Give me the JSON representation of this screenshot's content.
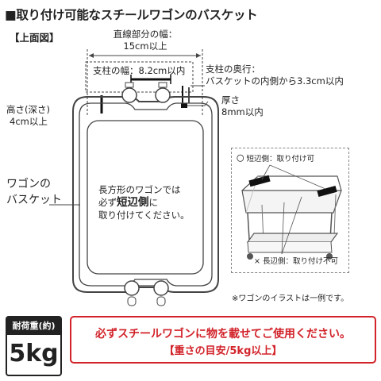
{
  "title": "■取り付け可能なスチールワゴンのバスケット",
  "view_label": "【上面図】",
  "labels": {
    "straight_width": [
      "直線部分の幅：",
      "15cm以上"
    ],
    "post_width": "支柱の幅：8.2cm以内",
    "post_depth": [
      "支柱の奥行：",
      "バスケットの内側から3.3cm以内"
    ],
    "thickness": [
      "厚さ",
      "8mm以内"
    ],
    "height": [
      "高さ(深さ)",
      "4cm以上"
    ],
    "basket": [
      "ワゴンの",
      "バスケット"
    ],
    "inner_prefix": "長方形のワゴンでは",
    "inner_mid_before": "必ず",
    "inner_emph": "短辺側",
    "inner_mid_after": "に",
    "inner_suffix": "取り付けてください。"
  },
  "illustration": {
    "short_side": "〇 短辺側：取り付け可",
    "long_side": "× 長辺側：取り付け不可",
    "note": "※ワゴンのイラストは一例です。"
  },
  "load": {
    "label": "耐荷重(約)",
    "value": "5kg"
  },
  "warning": {
    "line1": "必ずスチールワゴンに物を載せてご使用ください。",
    "line2": "【重さの目安/5kg以上】"
  },
  "colors": {
    "ink": "#222222",
    "red": "#d2232a",
    "bar": "#111111",
    "frame": "#444444"
  }
}
